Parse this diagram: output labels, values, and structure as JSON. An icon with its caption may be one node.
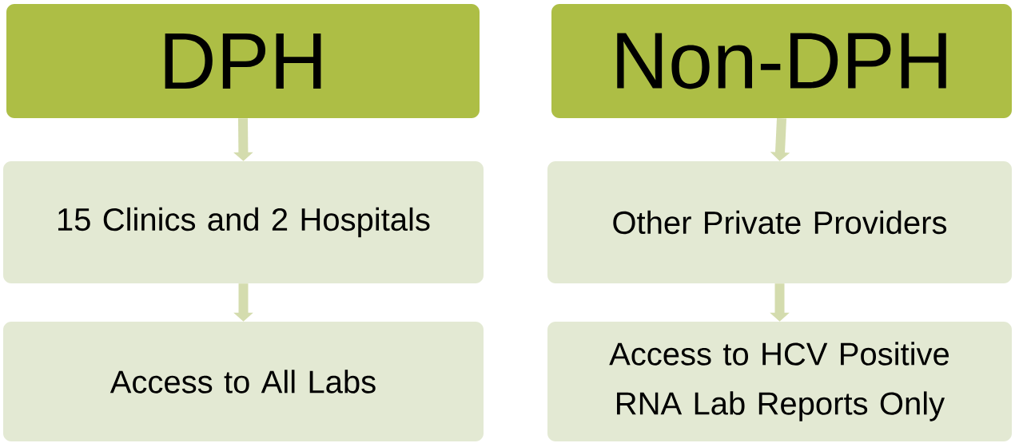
{
  "diagram": {
    "nodes": [
      {
        "text": [
          "DPH"
        ]
      },
      {
        "text": [
          "Non-DPH"
        ]
      },
      {
        "text": [
          "15 Clinics and 2 Hospitals"
        ]
      },
      {
        "text": [
          "Other Private Providers"
        ]
      },
      {
        "text": [
          "Access to All Labs"
        ]
      },
      {
        "text": [
          "Access to HCV Positive RNA Lab Reports Only"
        ]
      }
    ],
    "edges": [
      {
        "from": 0,
        "to": 2,
        "arrow": "to"
      },
      {
        "from": 2,
        "to": 4,
        "arrow": "to"
      },
      {
        "from": 1,
        "to": 3,
        "arrow": "to"
      },
      {
        "from": 3,
        "to": 5,
        "arrow": "to"
      }
    ]
  }
}
